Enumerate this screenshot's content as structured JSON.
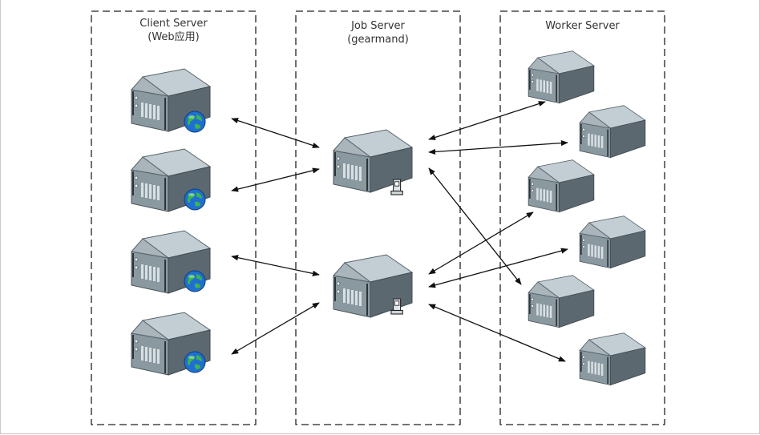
{
  "columns": {
    "client": {
      "title": "Client Server",
      "subtitle": "(Web应用)"
    },
    "job": {
      "title": "Job Server",
      "subtitle": "(gearmand)"
    },
    "worker": {
      "title": "Worker Server"
    }
  },
  "colors": {
    "server_top": "#b9c5cc",
    "server_front": "#7d8b93",
    "server_side": "#4e5a61",
    "globe": "#1e6fd0",
    "land": "#3bb54a",
    "arrow": "#111111",
    "border": "#222222"
  },
  "icons": {
    "client": "web-server-icon",
    "job": "server-with-gear-icon",
    "worker": "server-icon"
  }
}
